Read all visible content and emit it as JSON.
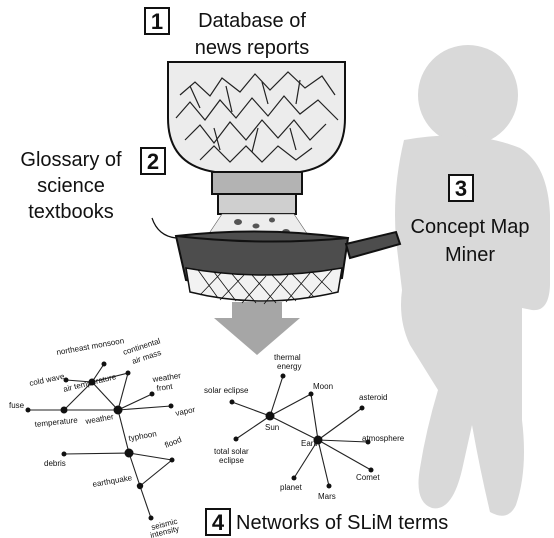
{
  "steps": [
    {
      "number": "1",
      "lines": [
        "Database of",
        "news reports"
      ]
    },
    {
      "number": "2",
      "lines": [
        "Glossary of",
        "science",
        "textbooks"
      ]
    },
    {
      "number": "3",
      "lines": [
        "Concept Map",
        "Miner"
      ]
    },
    {
      "number": "4",
      "lines": [
        "Networks of SLiM terms"
      ]
    }
  ],
  "network_left": {
    "nodes": [
      {
        "id": "northeast monsoon",
        "lines": [
          "northeast monsoon"
        ]
      },
      {
        "id": "continental air mass",
        "lines": [
          "continental",
          "air mass"
        ]
      },
      {
        "id": "cold wave",
        "lines": [
          "cold wave"
        ]
      },
      {
        "id": "air temperature",
        "lines": [
          "air temperature"
        ]
      },
      {
        "id": "weather front",
        "lines": [
          "weather",
          "front"
        ]
      },
      {
        "id": "fuse",
        "lines": [
          "fuse"
        ]
      },
      {
        "id": "temperature",
        "lines": [
          "temperature"
        ]
      },
      {
        "id": "weather",
        "lines": [
          "weather"
        ]
      },
      {
        "id": "vapor",
        "lines": [
          "vapor"
        ]
      },
      {
        "id": "typhoon",
        "lines": [
          "typhoon"
        ]
      },
      {
        "id": "flood",
        "lines": [
          "flood"
        ]
      },
      {
        "id": "debris",
        "lines": [
          "debris"
        ]
      },
      {
        "id": "earthquake",
        "lines": [
          "earthquake"
        ]
      },
      {
        "id": "seismic intensity",
        "lines": [
          "seismic",
          "intensity"
        ]
      }
    ]
  },
  "network_right": {
    "nodes": [
      {
        "id": "thermal energy",
        "lines": [
          "thermal",
          "energy"
        ]
      },
      {
        "id": "solar eclipse",
        "lines": [
          "solar eclipse"
        ]
      },
      {
        "id": "Moon",
        "lines": [
          "Moon"
        ]
      },
      {
        "id": "asteroid",
        "lines": [
          "asteroid"
        ]
      },
      {
        "id": "Sun",
        "lines": [
          "Sun"
        ]
      },
      {
        "id": "Earth",
        "lines": [
          "Earth"
        ]
      },
      {
        "id": "atmosphere",
        "lines": [
          "atmosphere"
        ]
      },
      {
        "id": "total solar eclipse",
        "lines": [
          "total solar",
          "eclipse"
        ]
      },
      {
        "id": "Comet",
        "lines": [
          "Comet"
        ]
      },
      {
        "id": "planet",
        "lines": [
          "planet"
        ]
      },
      {
        "id": "Mars",
        "lines": [
          "Mars"
        ]
      }
    ]
  },
  "colors": {
    "person": "#d9d9d9",
    "arrow": "#a6a6a6",
    "jar": "#ececec",
    "pan": "#4d4d4d",
    "ink": "#111111"
  }
}
